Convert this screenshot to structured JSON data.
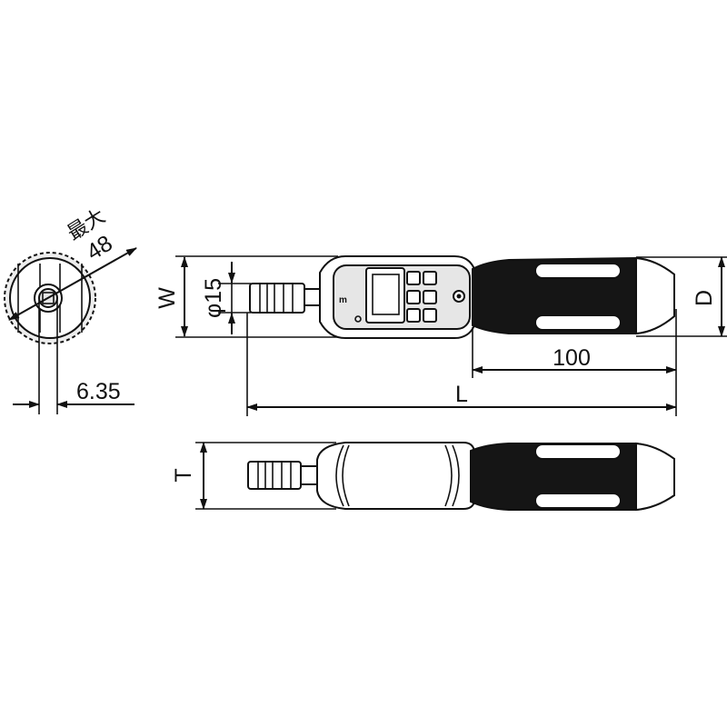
{
  "dimensions": {
    "max_word": "最大",
    "max_value": "48",
    "square_drive": "6.35",
    "width_symbol": "W",
    "diameter": "φ15",
    "depth_symbol": "D",
    "grip_length": "100",
    "length_symbol": "L",
    "thickness_symbol": "T"
  }
}
